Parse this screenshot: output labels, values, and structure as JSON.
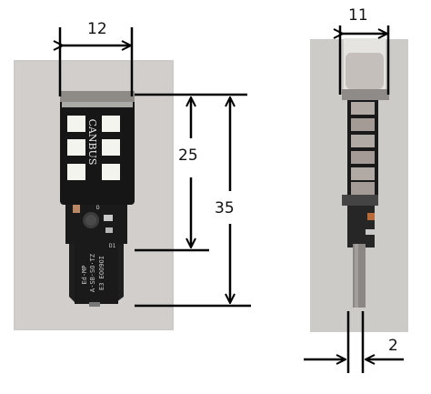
{
  "figure": {
    "background": "#ffffff",
    "photo_background": "#cdcbc8",
    "board_color": "#1c1c1c",
    "led_color": "#f4f4ee",
    "connector_color": "#8a8785",
    "dimension_line_color": "#000000"
  },
  "labels": {
    "front_width": "12",
    "led_section_length": "25",
    "total_length": "35",
    "side_width": "11",
    "connector_thickness": "2"
  },
  "board_text": {
    "brand": "CANBUS"
  },
  "icons": {
    "dimension_arrows": "arrow-icon"
  }
}
